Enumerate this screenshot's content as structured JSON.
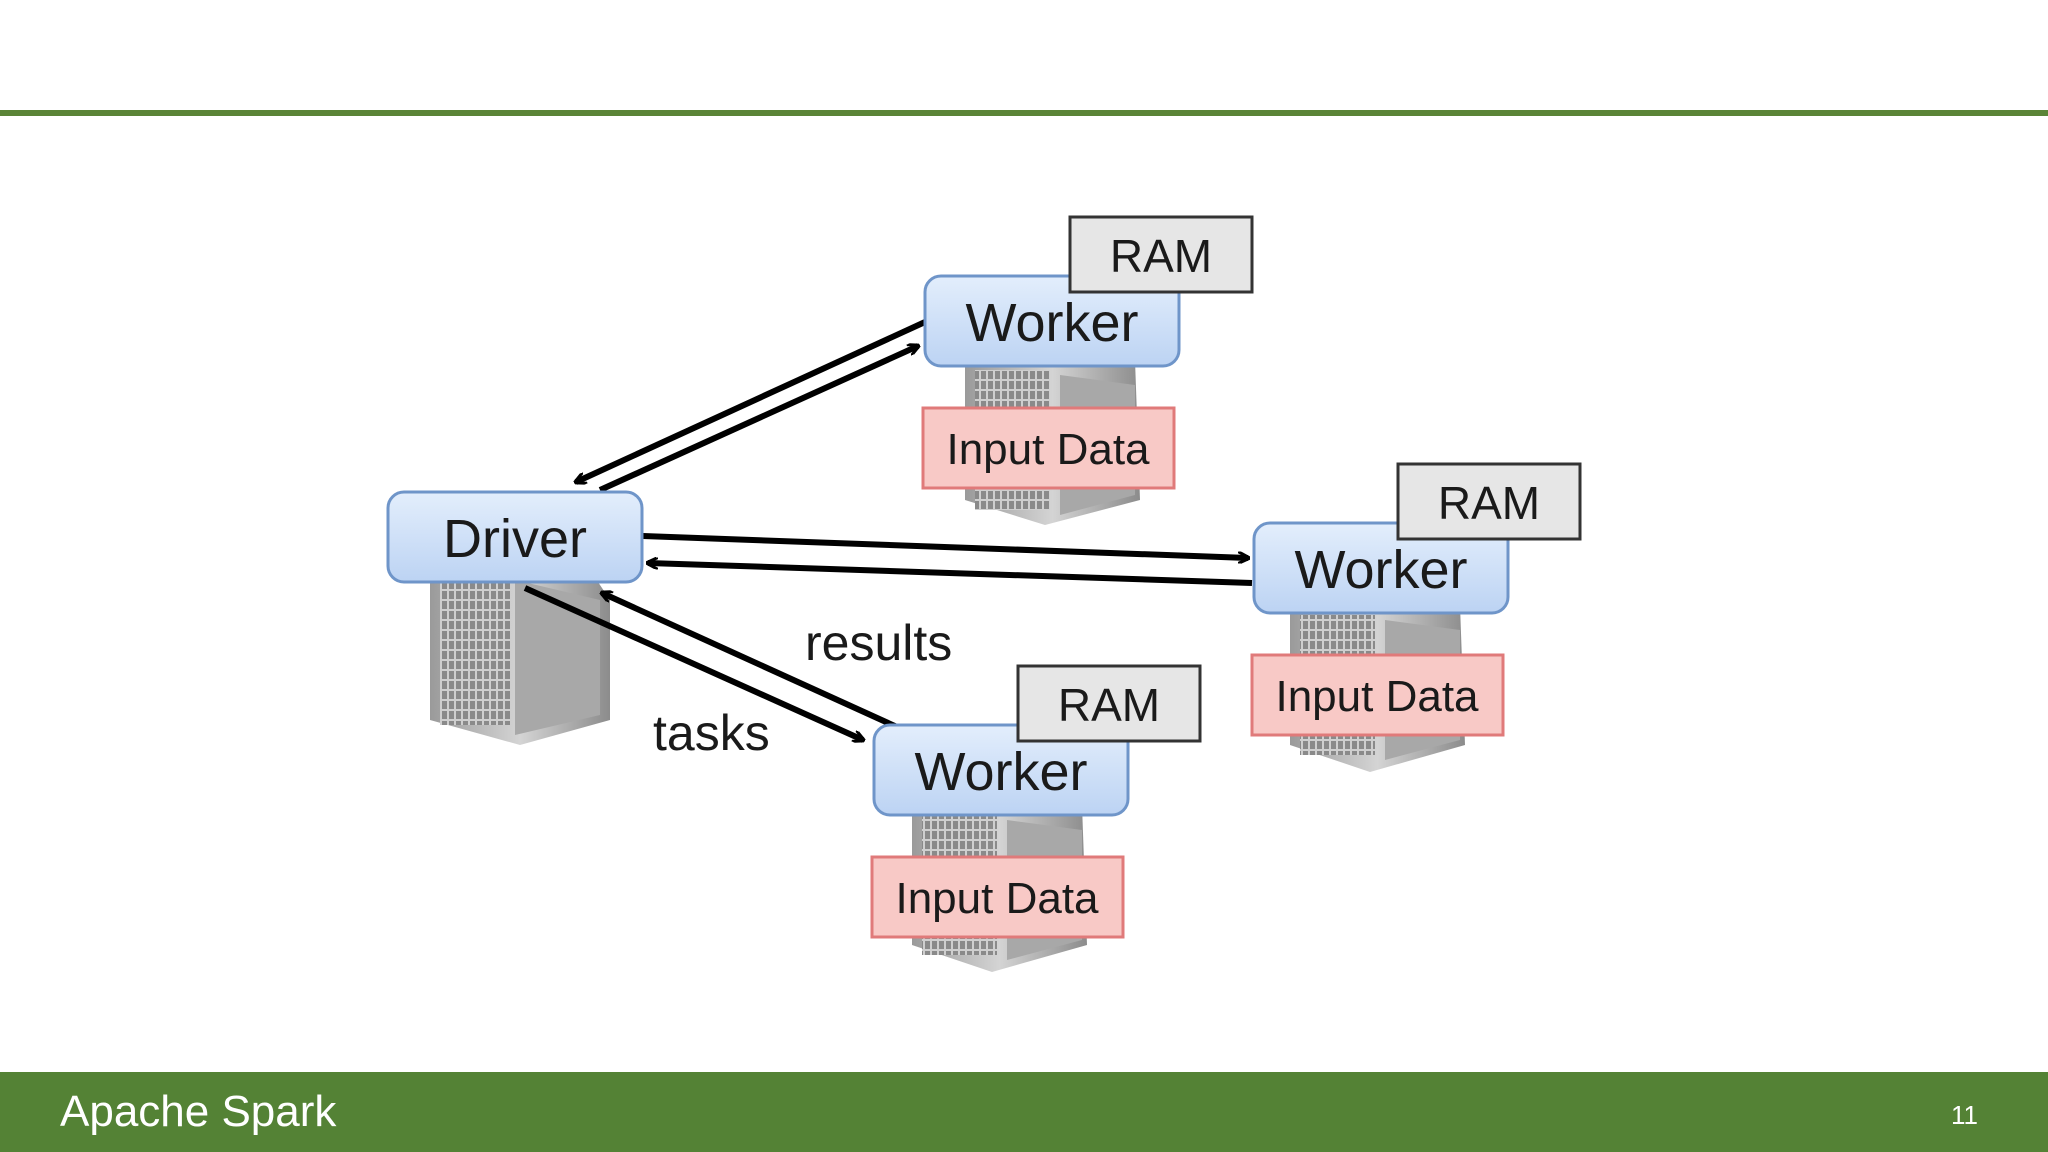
{
  "diagram": {
    "driver": {
      "label": "Driver"
    },
    "workers": [
      {
        "label": "Worker",
        "ram": "RAM",
        "input": "Input Data"
      },
      {
        "label": "Worker",
        "ram": "RAM",
        "input": "Input Data"
      },
      {
        "label": "Worker",
        "ram": "RAM",
        "input": "Input Data"
      }
    ],
    "edge_labels": {
      "results": "results",
      "tasks": "tasks"
    },
    "colors": {
      "node_fill": "#cfe0f7",
      "node_stroke": "#6f95c9",
      "ram_fill": "#e6e6e6",
      "input_fill": "#f8c9c6",
      "input_stroke": "#e07a7a",
      "accent_green": "#548235"
    }
  },
  "footer": {
    "title": "Apache Spark",
    "page_number": "11"
  }
}
